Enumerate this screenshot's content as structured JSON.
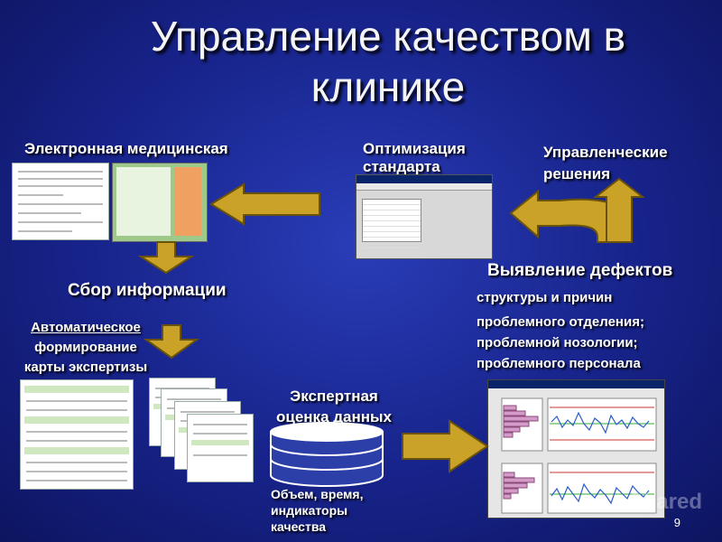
{
  "title_line1": "Управление качеством в",
  "title_line2": "клинике",
  "emr_label": "Электронная медицинская",
  "optimization_line1": "Оптимизация",
  "optimization_line2": "стандарта",
  "management_line1": "Управленческие",
  "management_line2": "решения",
  "collection_label": "Сбор информации",
  "auto_line1": "Автоматическое",
  "auto_line2": "формирование",
  "auto_line3": "карты экспертизы",
  "defects_title": "Выявление дефектов",
  "defects_line1": "структуры и причин",
  "defects_line2": "проблемного отделения;",
  "defects_line3": "проблемной нозологии;",
  "defects_line4": "проблемного персонала",
  "expert_line1": "Экспертная",
  "expert_line2": "оценка данных",
  "db_line1": "Объем, время,",
  "db_line2": "индикаторы",
  "db_line3": "качества",
  "page_number": "9",
  "colors": {
    "arrow_fill": "#c9a227",
    "arrow_stroke": "#6a5208",
    "background": "#1c2a96"
  }
}
